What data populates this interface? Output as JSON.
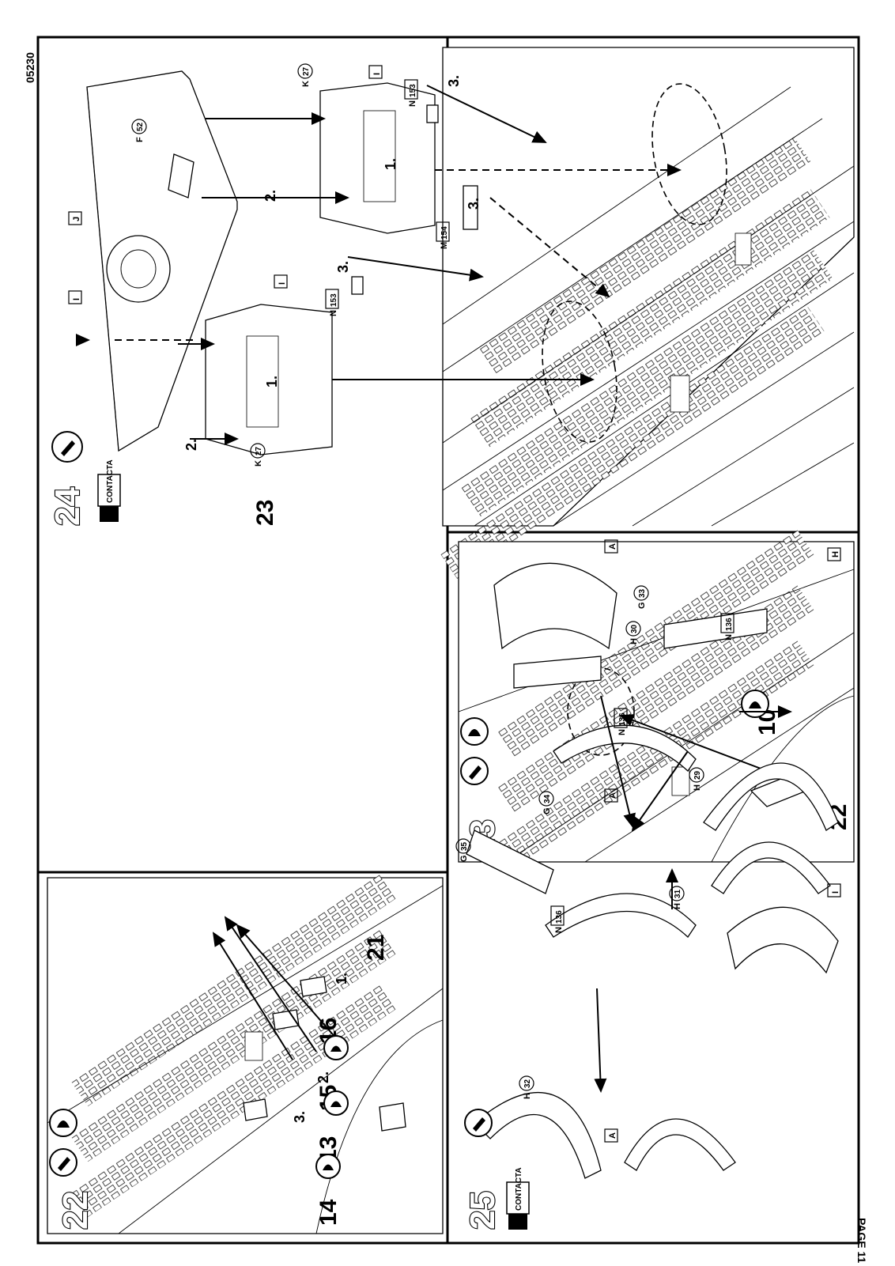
{
  "header": {
    "catalog_number": "05230",
    "page_label": "PAGE 11"
  },
  "steps": {
    "s22": {
      "number": "22",
      "subparts": [
        "14",
        "13",
        "15",
        "16",
        "21"
      ],
      "sequence": [
        "1.",
        "2.",
        "3."
      ]
    },
    "s23": {
      "number": "23",
      "subparts": [
        "10",
        "22"
      ]
    },
    "s24": {
      "number": "24",
      "ref_step": "23",
      "labels": {
        "f52": "F",
        "f52_num": "52",
        "k27a": "K",
        "k27a_num": "27",
        "k27b": "K",
        "k27b_num": "27",
        "n153a": "N",
        "n153a_num": "153",
        "n153b": "N",
        "n153b_num": "153",
        "m154": "M",
        "m154_num": "154",
        "j": "J",
        "i": "I"
      },
      "sequence": [
        "1.",
        "2.",
        "3."
      ],
      "glue_label": "CONTACTA"
    },
    "s25": {
      "number": "25",
      "labels": {
        "g35": "G",
        "g35_num": "35",
        "g34": "G",
        "g34_num": "34",
        "g33": "G",
        "g33_num": "33",
        "h32": "H",
        "h32_num": "32",
        "h31": "H",
        "h31_num": "31",
        "h30": "H",
        "h30_num": "30",
        "h29": "H",
        "h29_num": "29",
        "n136": "N",
        "n136_num": "136",
        "a": "A",
        "h": "H",
        "i": "I"
      },
      "glue_label": "CONTACTA"
    }
  },
  "icons": [
    "glue-icon",
    "paint-icon",
    "contacta-glue-bottle-icon"
  ]
}
